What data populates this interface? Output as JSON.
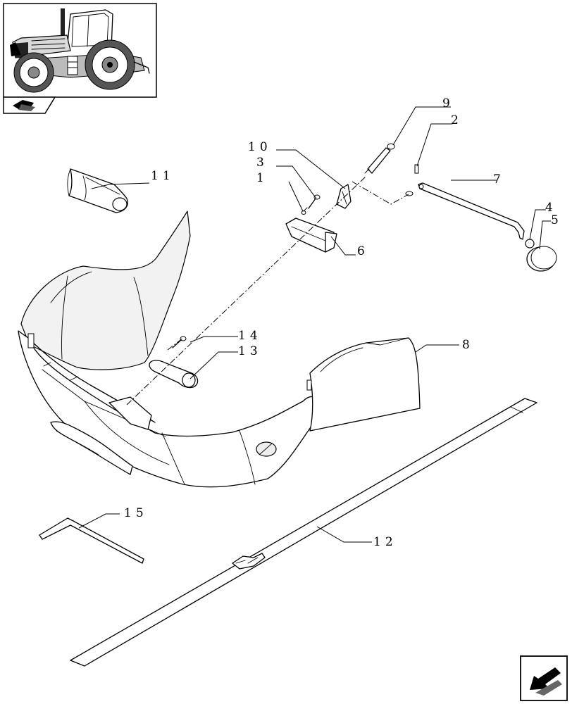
{
  "callouts": {
    "c1": "1",
    "c2": "2",
    "c3": "3",
    "c4": "4",
    "c5": "5",
    "c6": "6",
    "c7": "7",
    "c8": "8",
    "c9": "9",
    "c10": "10",
    "c11": "11",
    "c12": "12",
    "c13": "13",
    "c14": "14",
    "c15": "15"
  },
  "icons": {
    "thumbnail": "tractor-thumbnail-icon",
    "section": "section-indicator-icon",
    "navigation": "next-page-arrow-icon"
  }
}
